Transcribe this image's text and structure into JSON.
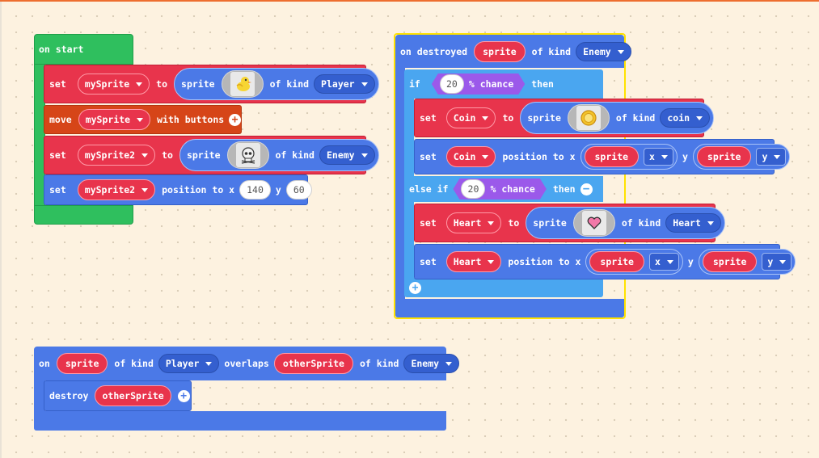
{
  "on_start": {
    "hat_label": "on start",
    "rows": [
      {
        "kw": "set",
        "var": "mySprite",
        "to": "to",
        "sprite_kw": "sprite",
        "of_kind": "of kind",
        "kind": "Player",
        "image": "duck"
      },
      {
        "kw": "move",
        "var": "mySprite",
        "with": "with buttons"
      },
      {
        "kw": "set",
        "var": "mySprite2",
        "to": "to",
        "sprite_kw": "sprite",
        "of_kind": "of kind",
        "kind": "Enemy",
        "image": "skull"
      },
      {
        "kw": "set",
        "var": "mySprite2",
        "position": "position to x",
        "x": "140",
        "y_lbl": "y",
        "y": "60"
      }
    ]
  },
  "on_destroyed": {
    "on_destroyed_lbl": "on destroyed",
    "sprite_var": "sprite",
    "of_kind": "of kind",
    "kind": "Enemy",
    "if_lbl": "if",
    "chance1": "20",
    "chance_lbl": "% chance",
    "then_lbl": "then",
    "set_coin": {
      "kw": "set",
      "var": "Coin",
      "to": "to",
      "sprite_kw": "sprite",
      "of_kind": "of kind",
      "kind": "coin",
      "image": "coin"
    },
    "pos_coin": {
      "kw": "set",
      "var": "Coin",
      "position": "position to x",
      "sprite1": "sprite",
      "prop1": "x",
      "y_lbl": "y",
      "sprite2": "sprite",
      "prop2": "y"
    },
    "elseif_lbl": "else if",
    "chance2": "20",
    "set_heart": {
      "kw": "set",
      "var": "Heart",
      "to": "to",
      "sprite_kw": "sprite",
      "of_kind": "of kind",
      "kind": "Heart",
      "image": "heart"
    },
    "pos_heart": {
      "kw": "set",
      "var": "Heart",
      "position": "position to x",
      "sprite1": "sprite",
      "prop1": "x",
      "y_lbl": "y",
      "sprite2": "sprite",
      "prop2": "y"
    }
  },
  "on_overlap": {
    "on_lbl": "on",
    "sprite_var": "sprite",
    "of_kind": "of kind",
    "kind1": "Player",
    "overlaps": "overlaps",
    "other": "otherSprite",
    "kind2": "Enemy",
    "destroy_lbl": "destroy",
    "destroy_var": "otherSprite"
  },
  "colors": {
    "events": "#2fbf5e",
    "sprites": "#4b79e7",
    "variables": "#e8344c",
    "controller": "#d64518",
    "logic": "#4aa6f0",
    "math": "#9b59ea",
    "accent": "#ee6e2f",
    "selected": "#ffe200"
  }
}
